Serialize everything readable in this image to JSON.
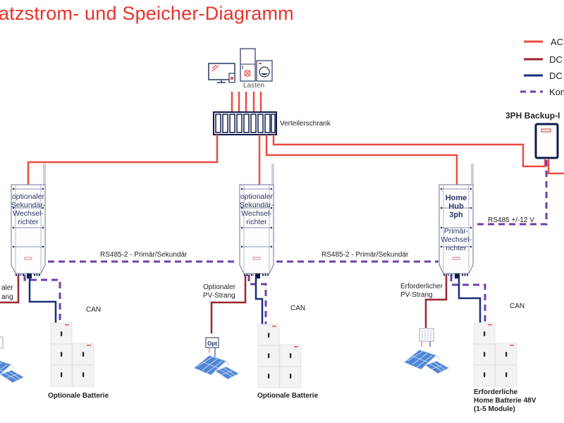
{
  "title": "atzstrom- und Speicher-Diagramm",
  "legend": {
    "items": [
      {
        "label": "AC",
        "style": "solid",
        "color": "#ee4b43"
      },
      {
        "label": "DC",
        "style": "solid",
        "color": "#9b2330"
      },
      {
        "label": "DC",
        "style": "solid",
        "color": "#1a2f7a"
      },
      {
        "label": "Kom",
        "style": "dashed",
        "color": "#6f3fae"
      }
    ]
  },
  "loads": {
    "label": "Lasten"
  },
  "distribution": {
    "label": "Verteilerschrank"
  },
  "backup": {
    "label": "3PH Backup-I"
  },
  "inverters": [
    {
      "lines": [
        "optionaler",
        "Sekundär-",
        "Wechsel-",
        "richter"
      ]
    },
    {
      "lines": [
        "optionaler",
        "Sekundär-",
        "Wechsel-",
        "richter"
      ]
    },
    {
      "bold_lines": [
        "Home",
        "Hub",
        "3ph"
      ],
      "lines": [
        "Primär-",
        "Wechsel-",
        "richter"
      ]
    }
  ],
  "links": {
    "rs485_left": "RS485-2 - Primär/Sekundär",
    "rs485_right": "RS485-2 - Primär/Sekundär",
    "rs485_backup": "RS485 +/-12 V",
    "can": "CAN"
  },
  "pv": [
    {
      "lines": [
        "aler",
        "ang"
      ]
    },
    {
      "lines": [
        "Optionaler",
        "PV-Strang"
      ],
      "optimizer": "Opt"
    },
    {
      "lines": [
        "Erforderlicher",
        "PV-Strang"
      ]
    }
  ],
  "batteries": [
    {
      "lines": [
        "Optionale Batterie"
      ]
    },
    {
      "lines": [
        "Optionale Batterie"
      ]
    },
    {
      "lines": [
        "Erforderliche",
        "Home Batterie 48V",
        "(1-5 Module)"
      ]
    }
  ],
  "colors": {
    "ac": "#ee4b43",
    "dc_pv": "#9b2330",
    "dc_batt": "#1a2f7a",
    "comm": "#6f3fae",
    "outline": "#0e1a4a",
    "title": "#e8322b"
  }
}
